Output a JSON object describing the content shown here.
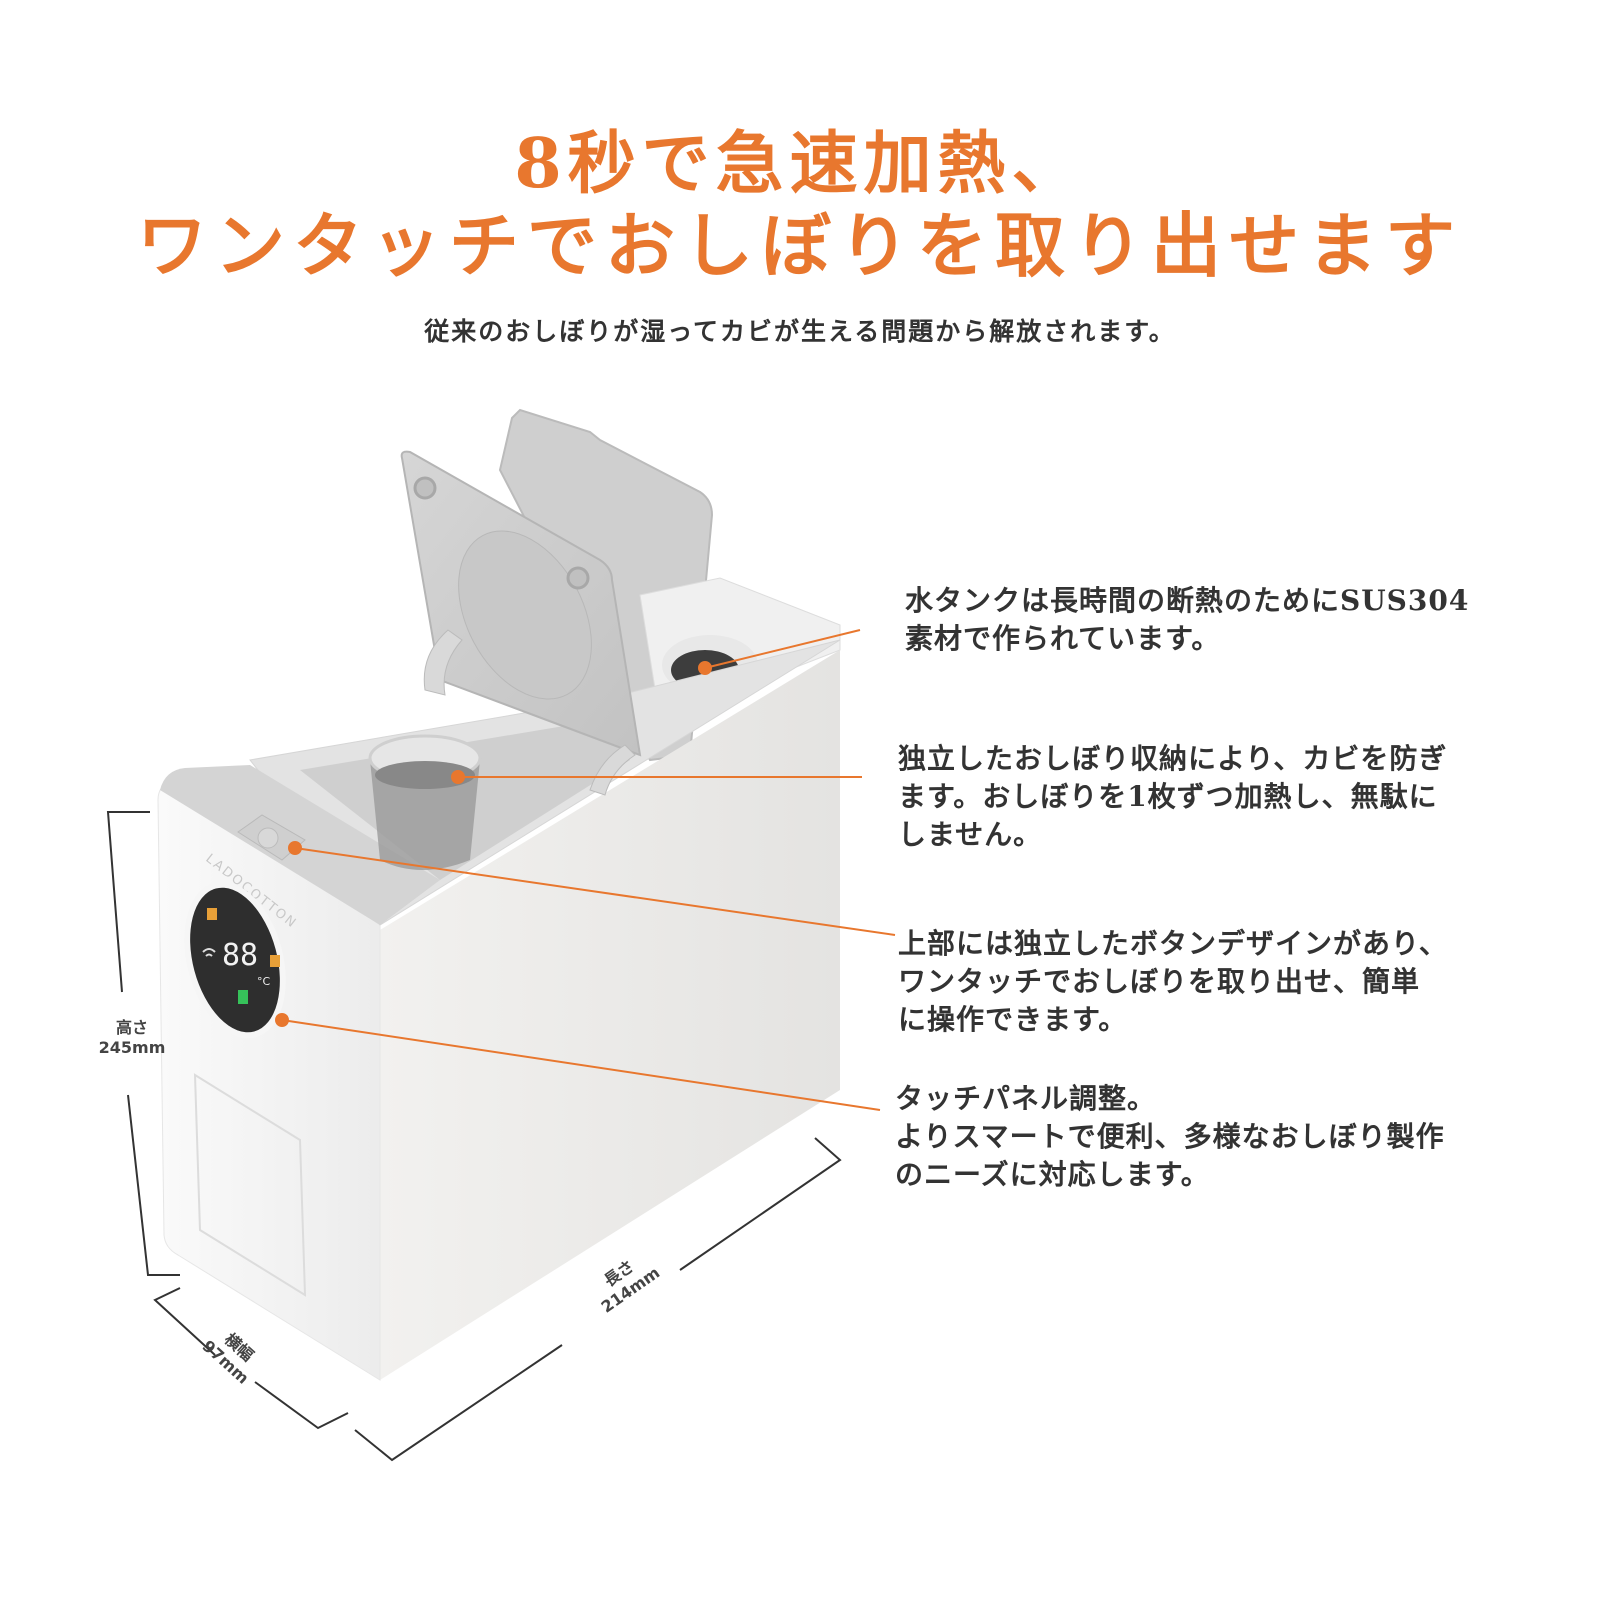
{
  "headline": {
    "line1": "8秒で急速加熱、",
    "line2": "ワンタッチでおしぼりを取り出せます"
  },
  "subtitle": "従来のおしぼりが湿ってカビが生える問題から解放されます。",
  "product": {
    "brand": "LADOCOTTON",
    "display_digits": "88",
    "display_unit": "°C"
  },
  "callouts": [
    {
      "lines": [
        "水タンクは長時間の断熱のためにSUS304",
        "素材で作られています。"
      ]
    },
    {
      "lines": [
        "独立したおしぼり収納により、カビを防ぎ",
        "ます。おしぼりを1枚ずつ加熱し、無駄に",
        "しません。"
      ]
    },
    {
      "lines": [
        "上部には独立したボタンデザインがあり、",
        "ワンタッチでおしぼりを取り出せ、簡単",
        "に操作できます。"
      ]
    },
    {
      "lines": [
        "タッチパネル調整。",
        "よりスマートで便利、多様なおしぼり製作",
        "のニーズに対応します。"
      ]
    }
  ],
  "dimensions": {
    "height": {
      "label": "高さ",
      "value": "245mm"
    },
    "width": {
      "label": "横幅",
      "value": "97mm"
    },
    "length": {
      "label": "長さ",
      "value": "214mm"
    }
  },
  "colors": {
    "accent": "#e8772e",
    "text": "#333333"
  }
}
